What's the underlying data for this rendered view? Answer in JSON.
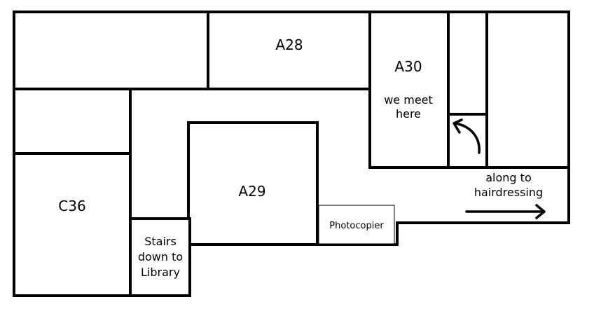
{
  "rooms": {
    "a28": "A28",
    "a30": "A30",
    "a29": "A29",
    "c36": "C36"
  },
  "notes": {
    "meet_line1": "we meet",
    "meet_line2": "here",
    "stairs_line1": "Stairs",
    "stairs_line2": "down to",
    "stairs_line3": "Library",
    "along_line1": "along to",
    "along_line2": "hairdressing"
  },
  "photocopier": "Photocopier",
  "icons": {
    "turn_arrow": "curved-arrow-icon",
    "direction_arrow": "arrow-right-icon"
  }
}
